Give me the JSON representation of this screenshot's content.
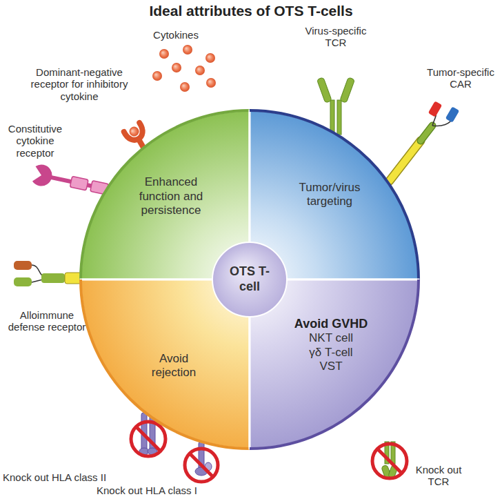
{
  "diagram": {
    "title": "Ideal attributes of OTS T-cells",
    "nodes": [
      {
        "text": [
          "Enhanced function and persistence"
        ]
      },
      {
        "text": [
          "Tumor/virus targeting"
        ]
      },
      {
        "text": [
          "OTS T-cell"
        ]
      },
      {
        "text": [
          "Avoid rejection"
        ]
      },
      {
        "text": [
          "Avoid GVHD",
          "NKT cell",
          "γδ T-cell",
          "VST"
        ]
      }
    ],
    "labels": [
      "Cytokines",
      "Virus-specific TCR",
      "Dominant-negative receptor for inhibitory cytokine",
      "Tumor-specific CAR",
      "Constitutive cytokine receptor",
      "Alloimmune defense receptor",
      "Knock out TCR",
      "Knock out HLA class II",
      "Knock out HLA class I"
    ]
  }
}
